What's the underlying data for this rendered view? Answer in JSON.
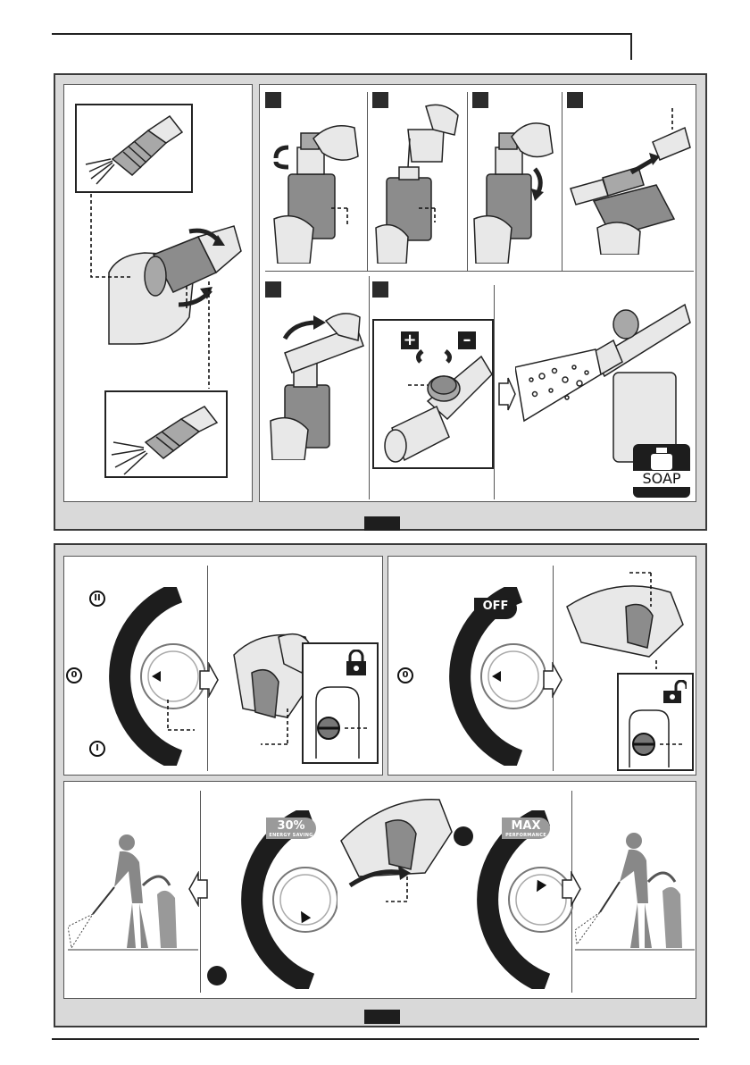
{
  "soap_badge": {
    "label": "SOAP"
  },
  "mode_pills": {
    "off": {
      "main": "OFF",
      "sub": ""
    },
    "eco": {
      "main": "30%",
      "sub": "ENERGY SAVING"
    },
    "max": {
      "main": "MAX",
      "sub": "PERFORMANCE"
    }
  },
  "dial_symbols": {
    "top": "II",
    "middle": "0",
    "bottom": "I"
  },
  "adjust_symbols": {
    "plus": "+",
    "minus": "–"
  },
  "colors": {
    "frame": "#d9d9d9",
    "dark": "#1d1d1d",
    "pill_gray": "#9a9a9a"
  }
}
